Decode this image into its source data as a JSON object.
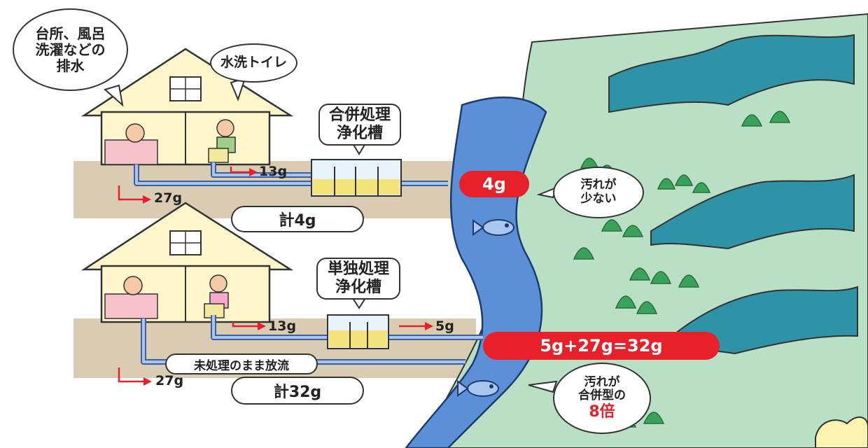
{
  "bubbles": {
    "kitchen": [
      "台所、風呂",
      "洗濯などの",
      "排水"
    ],
    "toilet": "水洗トイレ",
    "less_dirty": [
      "汚れが",
      "少ない"
    ],
    "dirty": [
      "汚れが",
      "合併型の"
    ],
    "dirty_multiplier": "8倍"
  },
  "combined_tank": {
    "label": [
      "合併処理",
      "浄化槽"
    ],
    "toilet_amount": "13g",
    "drain_amount": "27g",
    "output": "4g",
    "total": "計4g"
  },
  "single_tank": {
    "label": [
      "単独処理",
      "浄化槽"
    ],
    "toilet_amount": "13g",
    "tank_output": "5g",
    "drain_amount": "27g",
    "untreated_label": "未処理のまま放流",
    "output": "5g+27g=32g",
    "total": "計32g"
  },
  "colors": {
    "accent_red": "#e8202a",
    "river": "#5b8fd6",
    "ground": "#d9ccb2",
    "house": "#fff6cc",
    "mountain": "#b9dfc4",
    "trees": "#3aa35a",
    "peaks": "#2f93a8",
    "water_in_tank": "#f3e27a"
  }
}
